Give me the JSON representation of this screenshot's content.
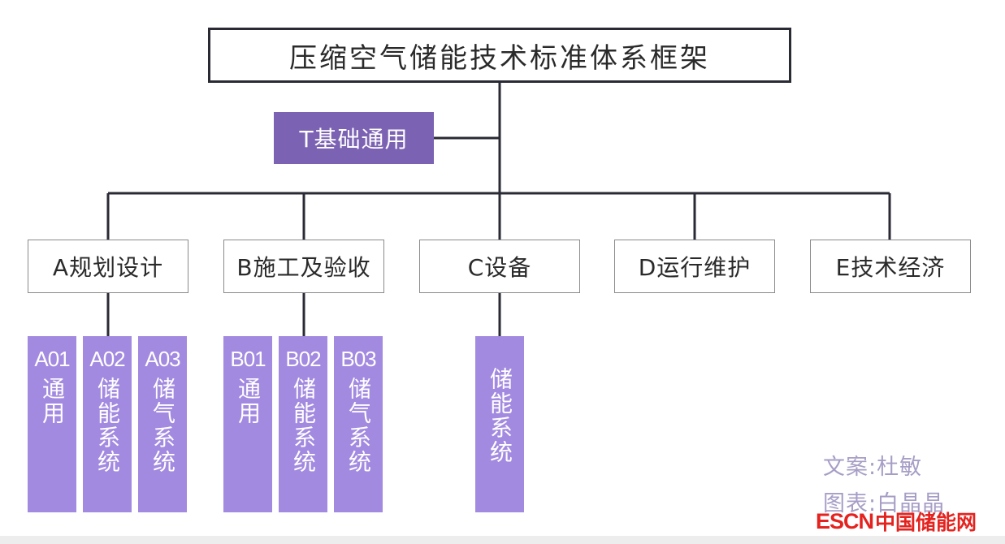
{
  "title": "压缩空气储能技术标准体系框架",
  "foundation": "T基础通用",
  "categories": [
    {
      "label": "A规划设计"
    },
    {
      "label": "B施工及验收"
    },
    {
      "label": "C设备"
    },
    {
      "label": "D运行维护"
    },
    {
      "label": "E技术经济"
    }
  ],
  "subitems": [
    {
      "code": "A01",
      "text": "通用"
    },
    {
      "code": "A02",
      "text": "储能系统"
    },
    {
      "code": "A03",
      "text": "储气系统"
    },
    {
      "code": "B01",
      "text": "通用"
    },
    {
      "code": "B02",
      "text": "储能系统"
    },
    {
      "code": "B03",
      "text": "储气系统"
    },
    {
      "code": "",
      "text": "储能系统"
    }
  ],
  "credits": {
    "text_author": "文案:杜敏",
    "chart_author": "图表:白晶晶"
  },
  "logo": {
    "latin": "ESCN",
    "chinese": "中国储能网"
  },
  "colors": {
    "foundation_fill": "#7b62b3",
    "subitem_fill": "#a28ae0",
    "logo_red": "#e4231f"
  }
}
